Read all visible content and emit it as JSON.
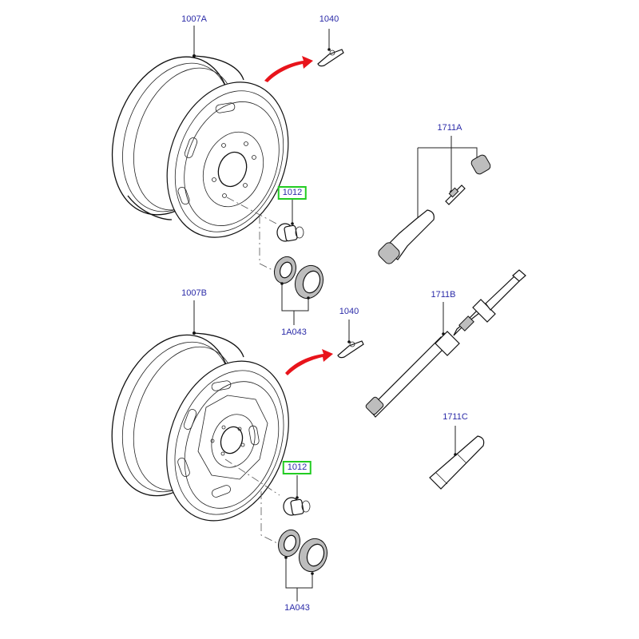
{
  "diagram": {
    "title": "Wheels and valve stems exploded parts diagram",
    "colors": {
      "label_text": "#2b2ba8",
      "highlight_box": "#22cc22",
      "arrow": "#e8141b",
      "line": "#111111"
    },
    "groups": [
      {
        "name": "steel-wheel-group",
        "labels": {
          "wheel": "1007A",
          "weight": "1040",
          "nut": "1012",
          "washer_set": "1A043"
        }
      },
      {
        "name": "alloy-wheel-group",
        "labels": {
          "wheel": "1007B",
          "weight": "1040",
          "nut": "1012",
          "washer_set": "1A043"
        }
      }
    ],
    "valve_parts": {
      "valve_kit": "1711A",
      "valve_tool": "1711B",
      "valve_extension": "1711C"
    },
    "highlighted_part": "1012"
  }
}
